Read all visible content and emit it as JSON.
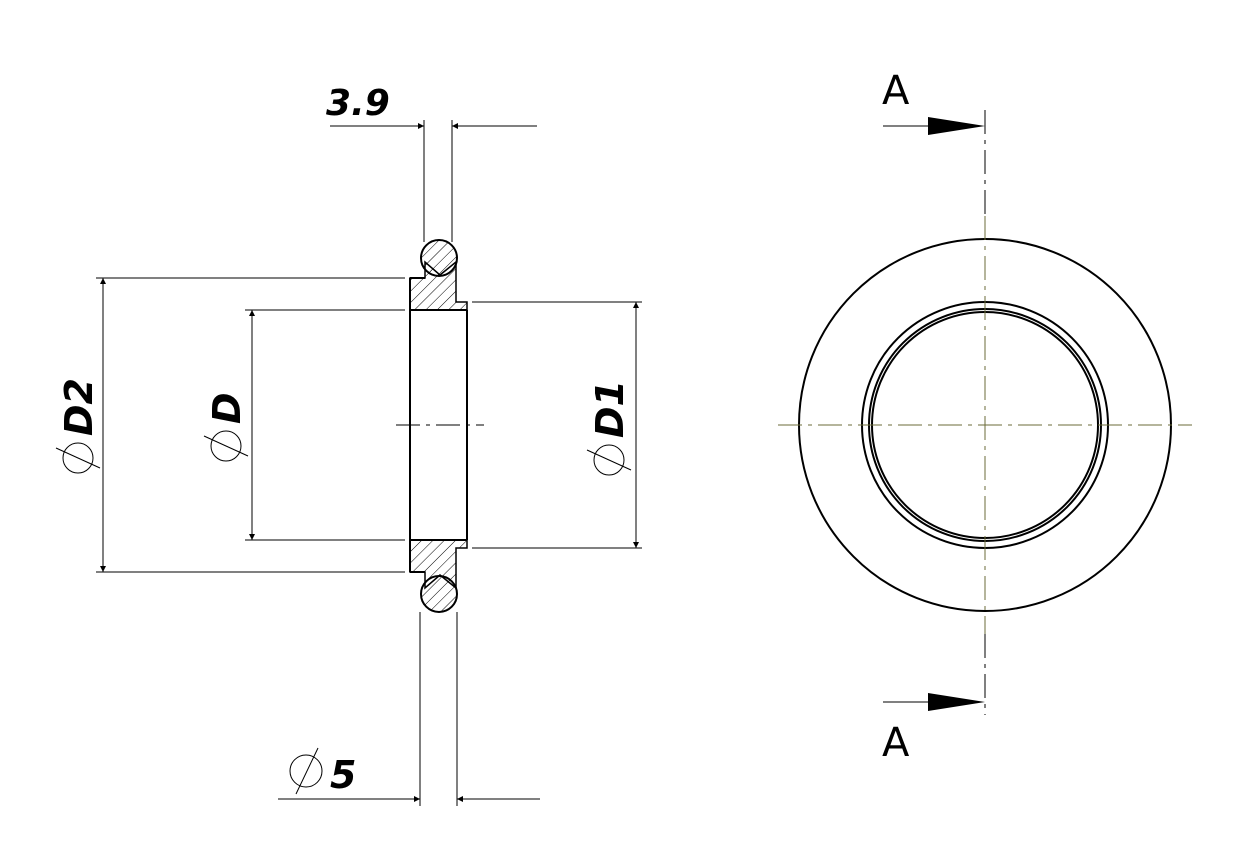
{
  "dimensions": {
    "width_label": "3.9",
    "oring_label": "5",
    "d2_label": "D2",
    "d_label": "D",
    "d1_label": "D1"
  },
  "section": {
    "top_label": "A",
    "bottom_label": "A"
  },
  "symbols": {
    "diameter": "⌀"
  },
  "colors": {
    "line": "#000000",
    "centerline": "#6b6b3a"
  }
}
